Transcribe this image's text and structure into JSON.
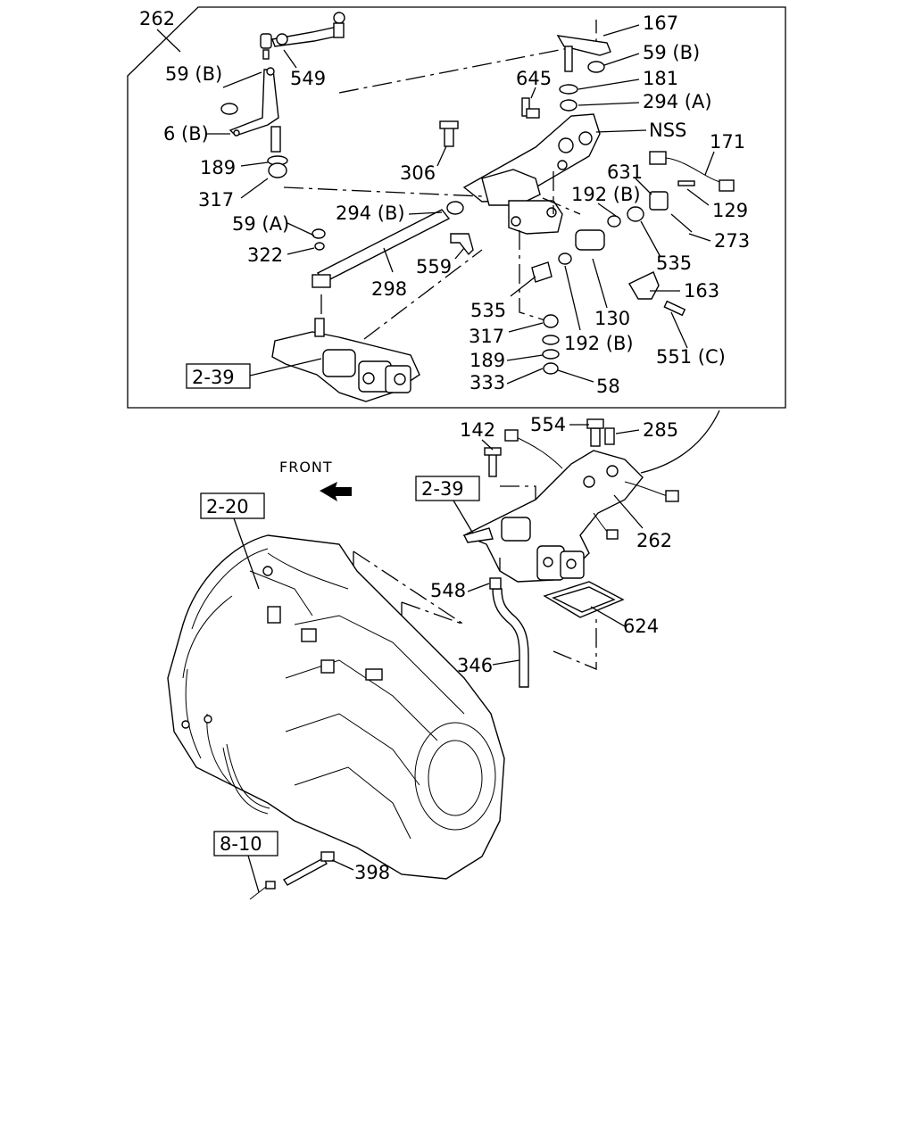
{
  "inset": {
    "callout": "262",
    "labels": [
      "167",
      "59 (B)",
      "181",
      "294 (A)",
      "645",
      "549",
      "59 (B)",
      "6 (B)",
      "189",
      "317",
      "306",
      "NSS",
      "171",
      "631",
      "192 (B)",
      "129",
      "273",
      "535",
      "163",
      "294 (B)",
      "59 (A)",
      "322",
      "559",
      "298",
      "535",
      "130",
      "317",
      "192 (B)",
      "551 (C)",
      "189",
      "333",
      "58"
    ],
    "reference_box": "2-39"
  },
  "main": {
    "front_label": "FRONT",
    "reference_boxes": [
      "2-20",
      "2-39",
      "8-10"
    ],
    "labels": [
      "142",
      "554",
      "285",
      "262",
      "548",
      "624",
      "346",
      "398"
    ]
  }
}
